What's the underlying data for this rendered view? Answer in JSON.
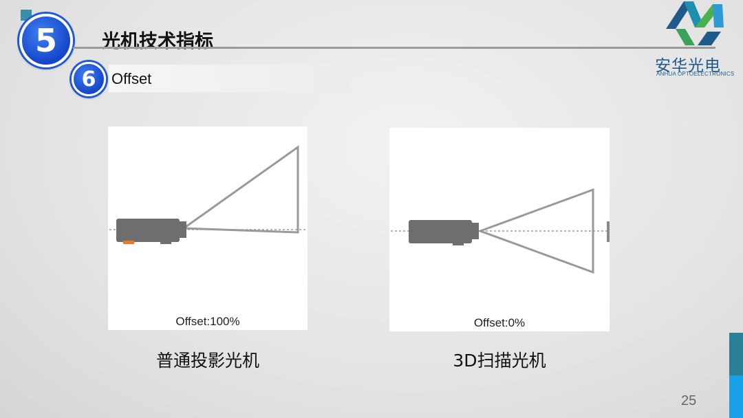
{
  "header": {
    "section_number": "5",
    "section_title": "光机技术指标",
    "sub_number": "6",
    "sub_title": "Offset"
  },
  "logo": {
    "name_cn": "安华光电",
    "name_en": "ANHUA OPTOELECTRONICS",
    "colors": {
      "blue": "#1e5a8a",
      "green": "#4caf50",
      "teal": "#1f8fb0"
    }
  },
  "panels": [
    {
      "inner_label": "Offset:100%",
      "caption": "普通投影光机"
    },
    {
      "inner_label": "Offset:0%",
      "caption": "3D扫描光机"
    }
  ],
  "footer": {
    "page_number": "25"
  },
  "colors": {
    "accent_teal": "#2a7f95",
    "accent_blue": "#1aa0e6",
    "badge_blue": "#1546c8"
  }
}
